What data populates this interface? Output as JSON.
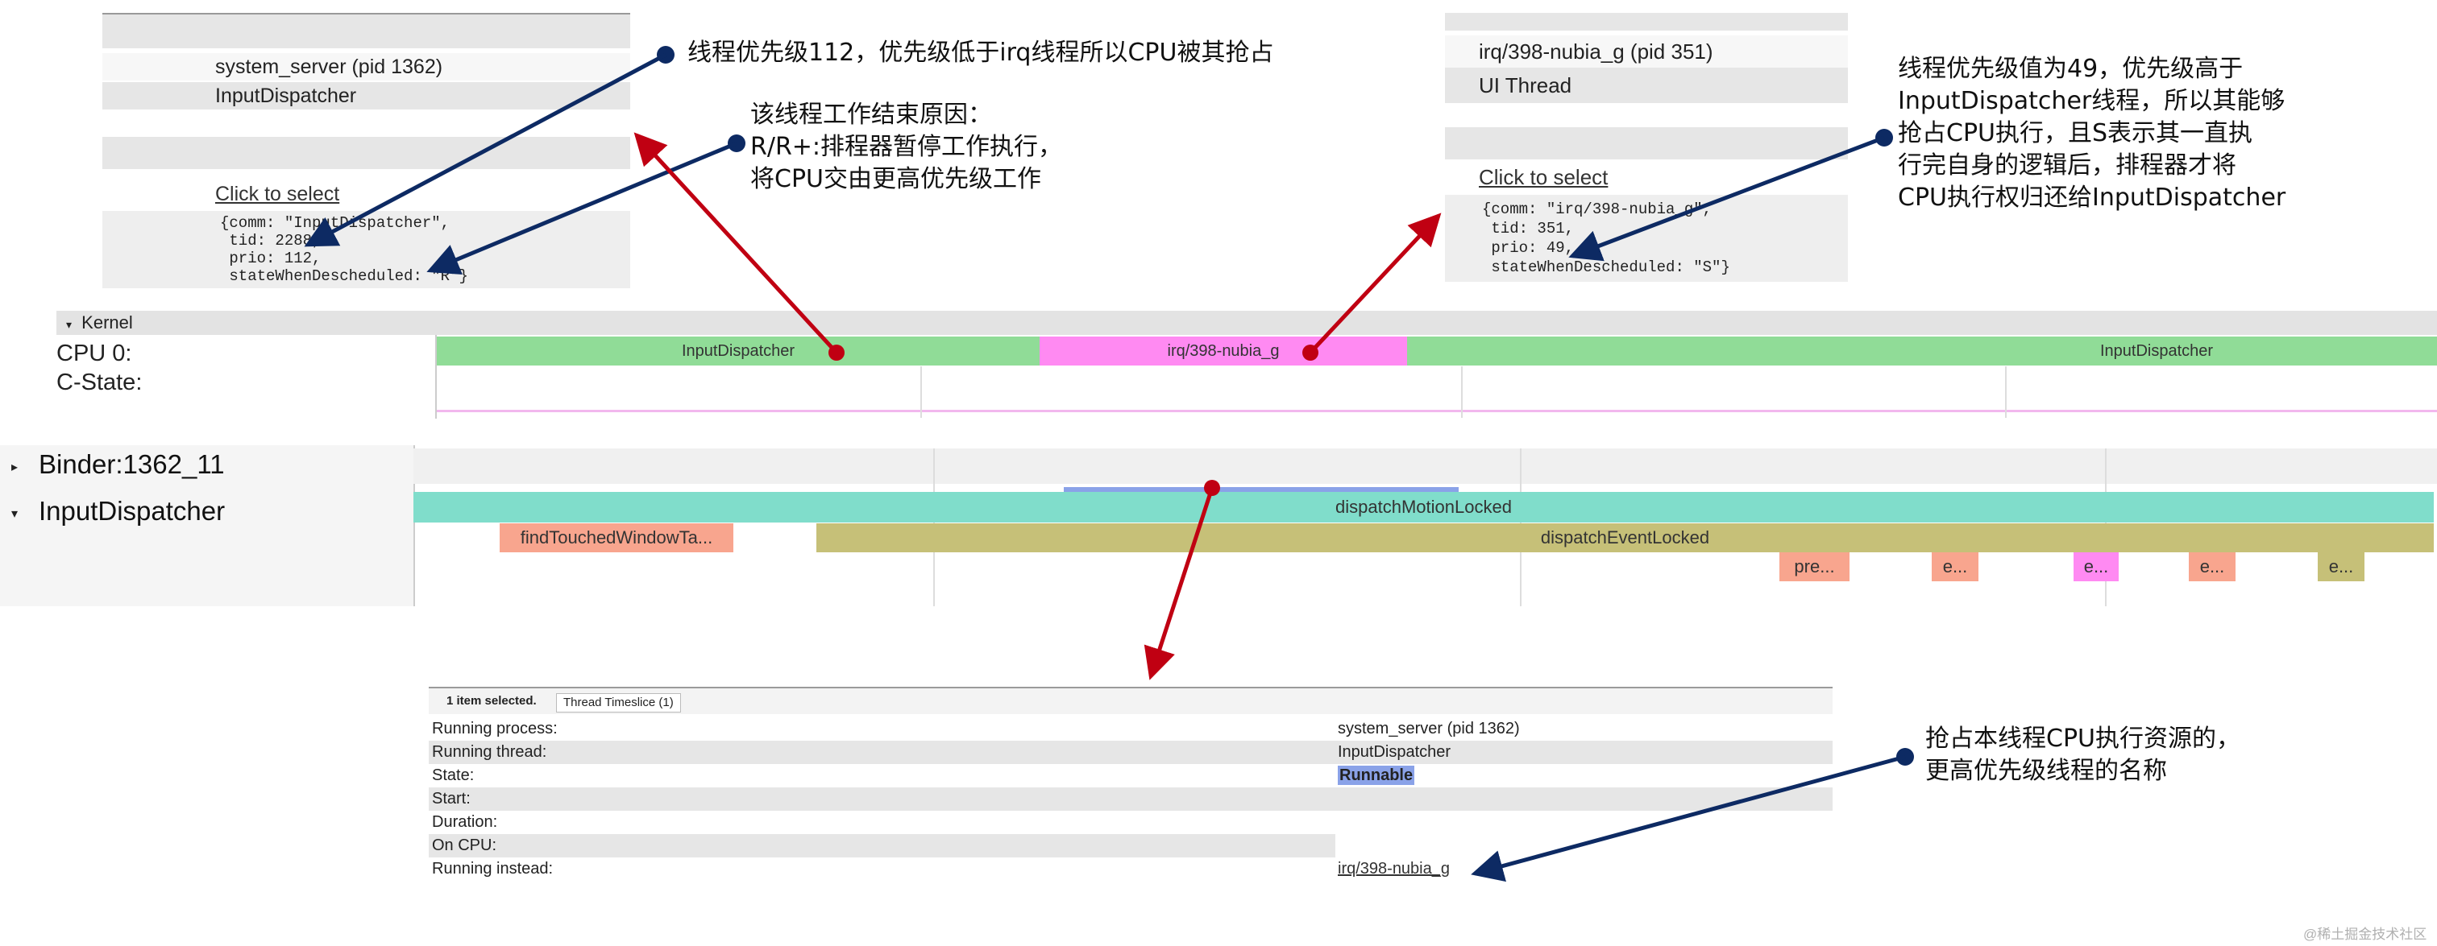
{
  "tooltip_left": {
    "process": "system_server (pid 1362)",
    "thread": "InputDispatcher",
    "click": "Click to select",
    "args": [
      "{comm: \"InputDispatcher\",",
      " tid: 2288,",
      " prio: 112,",
      " stateWhenDescheduled: \"R\"}"
    ]
  },
  "tooltip_right": {
    "process": "irq/398-nubia_g (pid 351)",
    "thread": "UI Thread",
    "click": "Click to select",
    "args": [
      "{comm: \"irq/398-nubia_g\",",
      " tid: 351,",
      " prio: 49,",
      " stateWhenDescheduled: \"S\"}"
    ]
  },
  "notes": {
    "prio_low": "线程优先级112，优先级低于irq线程所以CPU被其抢占",
    "end_reason": [
      "该线程工作结束原因：",
      "R/R+:排程器暂停工作执行，",
      "将CPU交由更高优先级工作"
    ],
    "prio_high": [
      "线程优先级值为49，优先级高于",
      "InputDispatcher线程，所以其能够",
      "抢占CPU执行，且S表示其一直执",
      "行完自身的逻辑后，排程器才将",
      "CPU执行权归还给InputDispatcher"
    ],
    "preempt": [
      "抢占本线程CPU执行资源的，",
      "更高优先级线程的名称"
    ]
  },
  "kernel": {
    "title": "Kernel",
    "cpu0": "CPU 0:",
    "cstate": "C-State:",
    "segments": [
      "InputDispatcher",
      "irq/398-nubia_g",
      "InputDispatcher"
    ]
  },
  "threads": {
    "binder": "Binder:1362_11",
    "input": "InputDispatcher",
    "slices": {
      "motion": "dispatchMotionLocked",
      "find": "findTouchedWindowTa...",
      "event": "dispatchEventLocked",
      "small": [
        "pre...",
        "e...",
        "e...",
        "e...",
        "e..."
      ]
    }
  },
  "panel": {
    "tab_selected": "1 item selected.",
    "tab_slice": "Thread Timeslice (1)",
    "rows": [
      {
        "label": "Running process:",
        "value": "system_server (pid 1362)"
      },
      {
        "label": "Running thread:",
        "value": "InputDispatcher"
      },
      {
        "label": "State:",
        "value": "Runnable"
      },
      {
        "label": "Start:",
        "value": ""
      },
      {
        "label": "Duration:",
        "value": ""
      },
      {
        "label": "On CPU:",
        "value": ""
      },
      {
        "label": "Running instead:",
        "value": "irq/398-nubia_g"
      }
    ]
  },
  "watermark": "@稀土掘金技术社区",
  "colors": {
    "navy": "#0d2a63",
    "red": "#c00012",
    "green_slice": "#90dc97",
    "pink_slice": "#ff8af2",
    "teal_slice": "#80ddcb",
    "olive_slice": "#c6c078",
    "salmon_slice": "#f8a58e"
  }
}
